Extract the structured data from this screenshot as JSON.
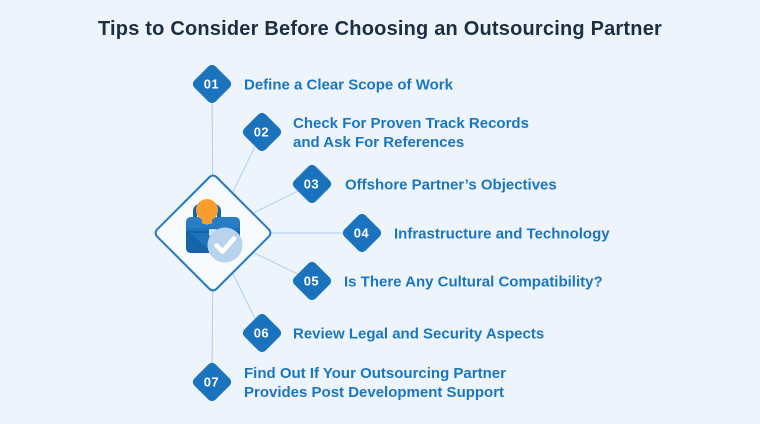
{
  "title": "Tips to Consider Before Choosing an Outsourcing Partner",
  "items": [
    {
      "number": "01",
      "label": "Define a Clear Scope of Work"
    },
    {
      "number": "02",
      "label": "Check For Proven Track Records\nand Ask For References"
    },
    {
      "number": "03",
      "label": "Offshore Partner’s Objectives"
    },
    {
      "number": "04",
      "label": "Infrastructure and Technology"
    },
    {
      "number": "05",
      "label": "Is There Any Cultural Compatibility?"
    },
    {
      "number": "06",
      "label": "Review Legal and Security Aspects"
    },
    {
      "number": "07",
      "label": "Find Out If Your Outsourcing Partner\nProvides Post Development Support"
    }
  ],
  "center_icon": {
    "name": "briefcase-idea-check-icon",
    "parts": [
      "briefcase-icon",
      "lightbulb-icon",
      "checkmark-circle-icon"
    ]
  },
  "colors": {
    "background": "#edf4fc",
    "title_text": "#1d2e41",
    "diamond_fill": "#1a73bc",
    "label_text": "#1b76c0",
    "connector_line": "#b9d5ef",
    "center_diamond_border": "#2379c1",
    "center_diamond_fill": "#f7fafd",
    "bulb_orange": "#f89d2e",
    "check_circle": "#b9d3ec"
  }
}
